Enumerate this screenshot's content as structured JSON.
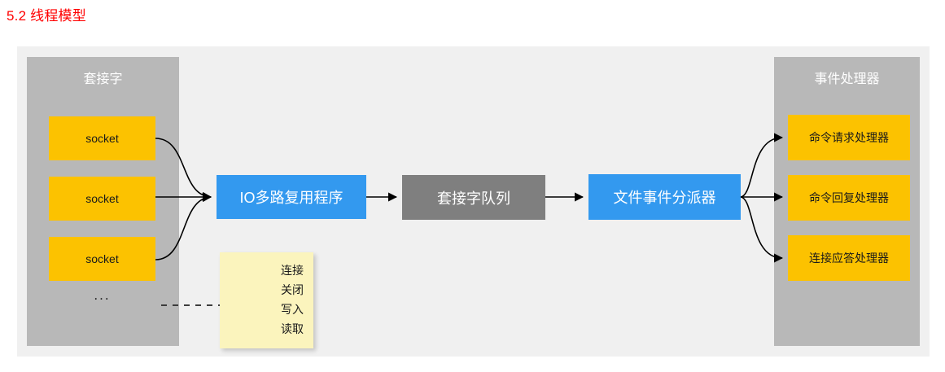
{
  "page": {
    "section_title": "5.2 线程模型",
    "title_color": "#ff0000",
    "background": "#ffffff",
    "canvas_background": "#f0f0f0"
  },
  "palette": {
    "group_gray": "#b8b8b8",
    "node_yellow": "#fcc200",
    "node_blue": "#3399ef",
    "node_dark_gray": "#7f7f7f",
    "sticky_yellow": "#fbf4bd",
    "connector": "#000000"
  },
  "diagram": {
    "groups": [
      {
        "id": "sockets",
        "title": "套接字",
        "nodes": [
          {
            "label": "socket",
            "style": "yellow"
          },
          {
            "label": "socket",
            "style": "yellow"
          },
          {
            "label": "socket",
            "style": "yellow"
          }
        ],
        "ellipsis": "..."
      },
      {
        "id": "handlers",
        "title": "事件处理器",
        "nodes": [
          {
            "label": "命令请求处理器",
            "style": "yellow"
          },
          {
            "label": "命令回复处理器",
            "style": "yellow"
          },
          {
            "label": "连接应答处理器",
            "style": "yellow"
          }
        ]
      }
    ],
    "pipeline": [
      {
        "id": "io-multiplex",
        "label": "IO多路复用程序",
        "style": "blue"
      },
      {
        "id": "socket-queue",
        "label": "套接字队列",
        "style": "gray"
      },
      {
        "id": "dispatcher",
        "label": "文件事件分派器",
        "style": "blue"
      }
    ],
    "sticky_note": {
      "lines": [
        "连接",
        "关闭",
        "写入",
        "读取"
      ]
    },
    "connectors": {
      "sockets_to_multiplex": "3 curved arrows converging from socket boxes into IO多路复用程序",
      "multiplex_to_queue": "straight arrow",
      "queue_to_dispatcher": "straight arrow",
      "dispatcher_to_handlers": "3 curved arrows fanning out to the three event handlers",
      "note_link": "dashed line from socket group to sticky note"
    }
  }
}
